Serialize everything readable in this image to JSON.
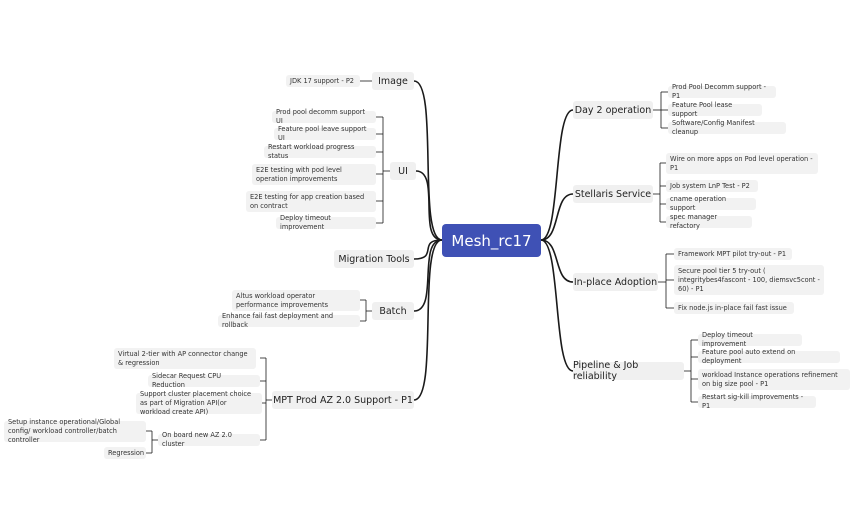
{
  "root": "Mesh_rc17",
  "left_branches": {
    "image": {
      "label": "Image",
      "items": [
        "JDK 17 support - P2"
      ]
    },
    "ui": {
      "label": "UI",
      "items": [
        "Prod pool decomm support UI",
        "Feature pool leave support UI",
        "Restart workload progress status",
        "E2E testing with pod level operation improvements",
        "E2E testing for app creation based on contract",
        "Deploy timeout improvement"
      ]
    },
    "migration_tools": {
      "label": "Migration Tools",
      "items": []
    },
    "batch": {
      "label": "Batch",
      "items": [
        "Altus workload operator performance improvements",
        "Enhance fail fast deployment and rollback"
      ]
    },
    "mpt": {
      "label": "MPT Prod AZ 2.0 Support - P1",
      "items": [
        "Virtual 2-tier with AP connector change & regression",
        "Sidecar Request CPU Reduction",
        "Support cluster placement choice as part of Migration API(or workload create API)",
        "On board new AZ 2.0 cluster"
      ],
      "sub_items": [
        "Setup instance operational/Global config/ workload controller/batch controller",
        "Regression"
      ]
    }
  },
  "right_branches": {
    "day2": {
      "label": "Day 2 operation",
      "items": [
        "Prod Pool Decomm support - P1",
        "Feature Pool lease support",
        "Software/Config Manifest cleanup"
      ]
    },
    "stellaris": {
      "label": "Stellaris Service",
      "items": [
        "Wire on more apps on Pod level operation - P1",
        "Job system LnP Test - P2",
        "cname operation support",
        "spec manager refactory"
      ]
    },
    "inplace": {
      "label": "In-place Adoption",
      "items": [
        "Framework MPT pilot try-out - P1",
        "Secure pool tier 5 try-out ( integritybes4fascont - 100, diemsvc5cont - 60) - P1",
        "Fix node.js in-place fail fast issue"
      ]
    },
    "pipeline": {
      "label": "Pipeline & Job reliability",
      "items": [
        "Deploy timeout improvement",
        "Feature pool auto extend on deployment",
        "workload Instance operations refinement on big size pool - P1",
        "Restart sig-kill improvements - P1"
      ]
    }
  },
  "colors": {
    "root": "#3f51b5",
    "edge": "#1a1a1a",
    "node_bg": "#f0f0f0"
  }
}
